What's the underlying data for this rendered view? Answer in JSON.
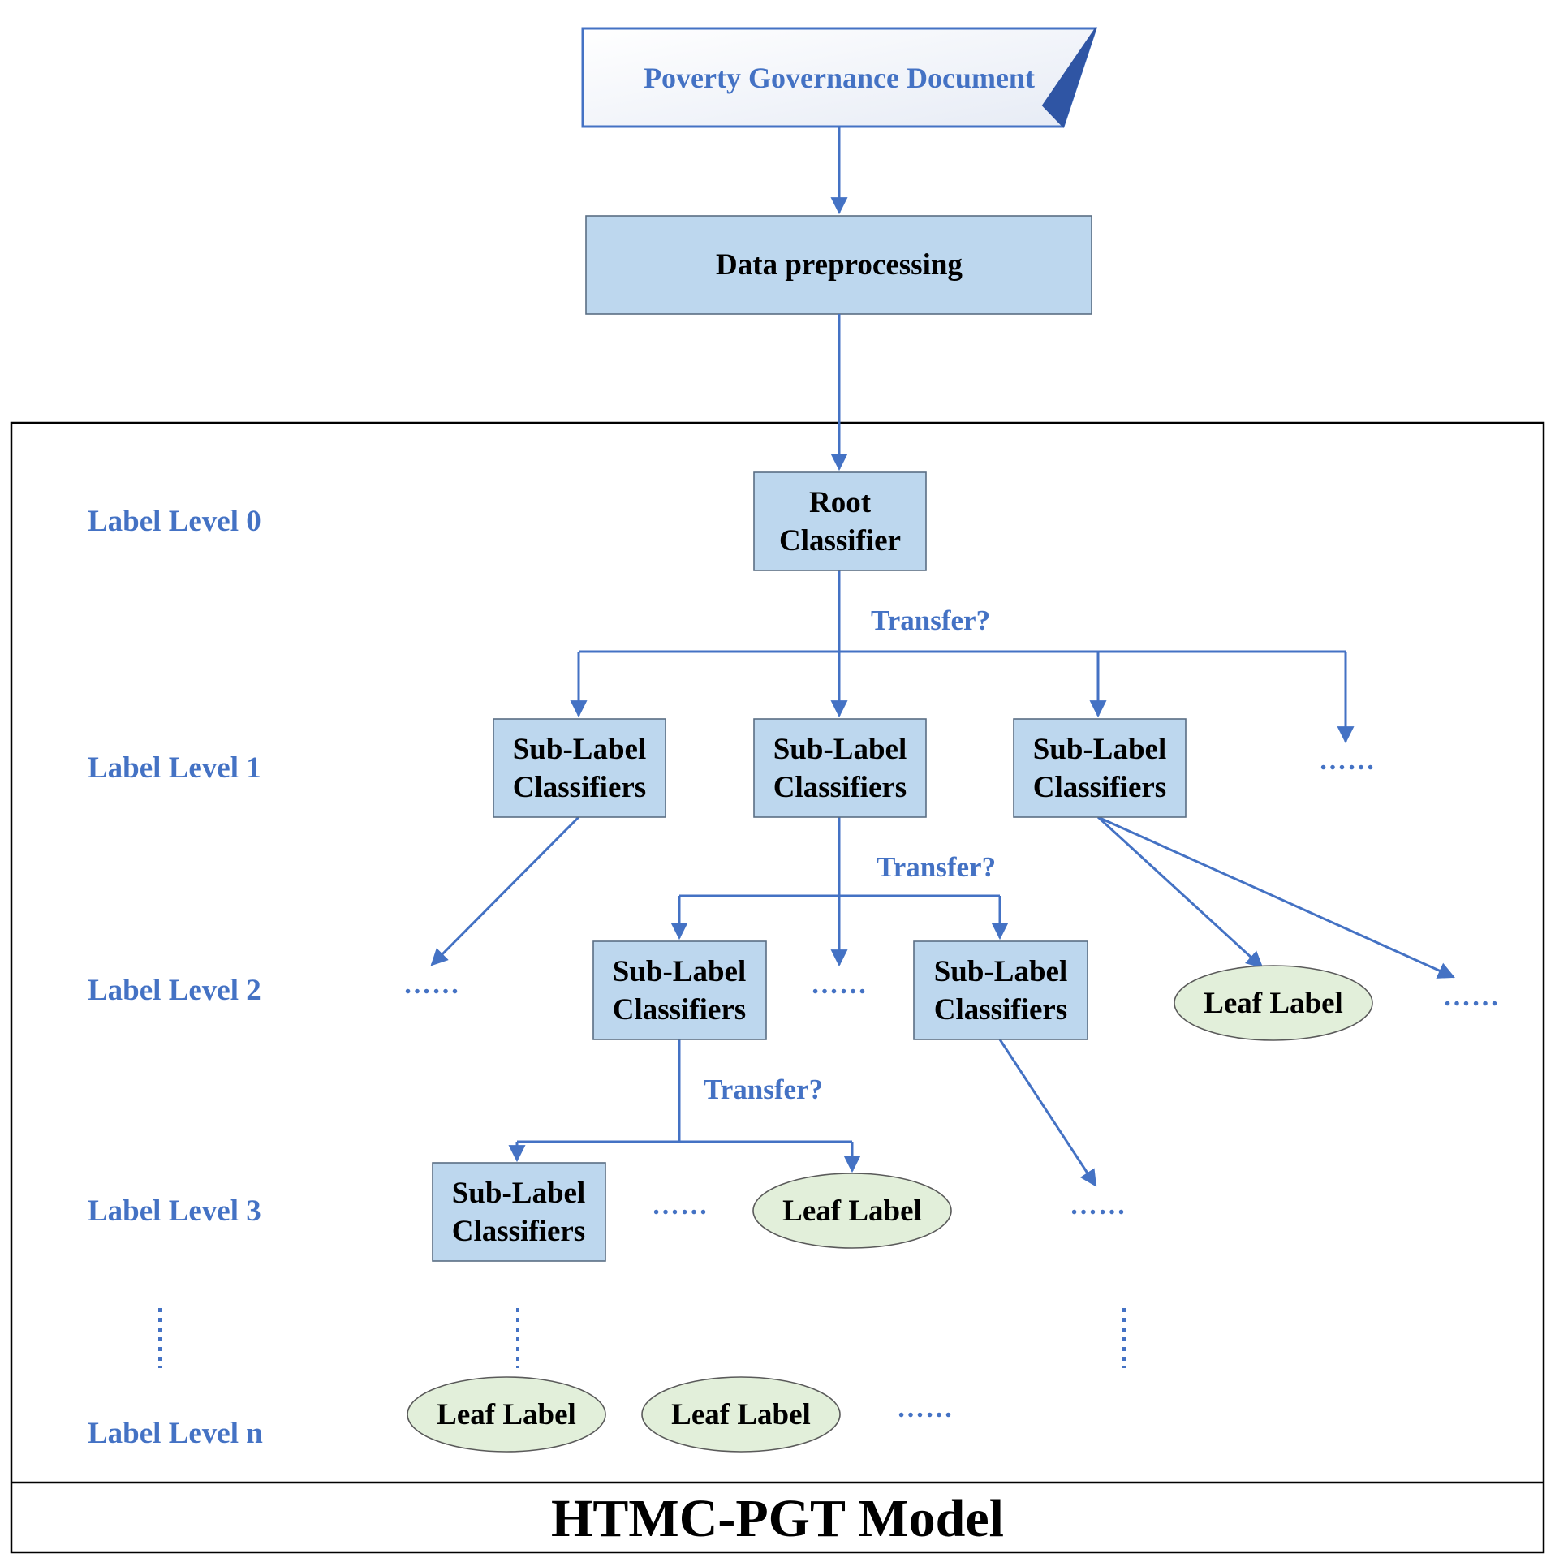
{
  "document": {
    "label": "Poverty Governance Document"
  },
  "preprocessing": {
    "label": "Data preprocessing"
  },
  "root": {
    "line1": "Root",
    "line2": "Classifier"
  },
  "sub_label": {
    "line1": "Sub-Label",
    "line2": "Classifiers"
  },
  "leaf_label": "Leaf Label",
  "transfer_label": "Transfer?",
  "ellipsis": "……",
  "levels": {
    "l0": "Label Level 0",
    "l1": "Label Level 1",
    "l2": "Label Level 2",
    "l3": "Label Level 3",
    "ln": "Label Level n"
  },
  "model_title": "HTMC-PGT Model",
  "colors": {
    "accent": "#4472C4",
    "box_fill": "#BDD7EE",
    "leaf_fill": "#E2EFDA"
  }
}
